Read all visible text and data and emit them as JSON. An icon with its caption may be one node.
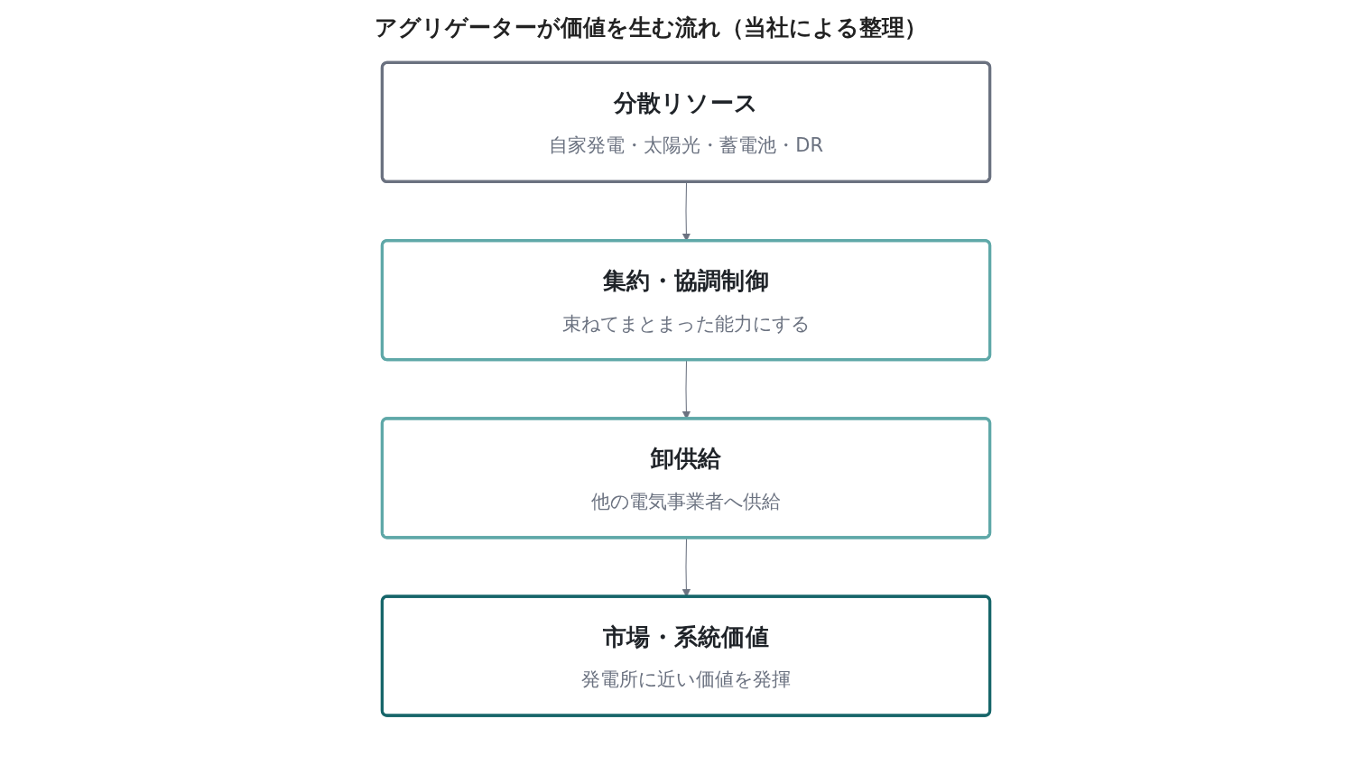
{
  "diagram": {
    "title": "アグリゲーターが価値を生む流れ（当社による整理）",
    "nodes": [
      {
        "text": [
          "分散リソース",
          "自家発電・太陽光・蓄電池・DR"
        ]
      },
      {
        "text": [
          "集約・協調制御",
          "束ねてまとまった能力にする"
        ]
      },
      {
        "text": [
          "卸供給",
          "他の電気事業者へ供給"
        ]
      },
      {
        "text": [
          "市場・系統価値",
          "発電所に近い価値を発揮"
        ]
      }
    ],
    "edges": [
      {
        "from": 0,
        "to": 1,
        "arrow": "to"
      },
      {
        "from": 1,
        "to": 2,
        "arrow": "to"
      },
      {
        "from": 2,
        "to": 3,
        "arrow": "to"
      }
    ]
  }
}
